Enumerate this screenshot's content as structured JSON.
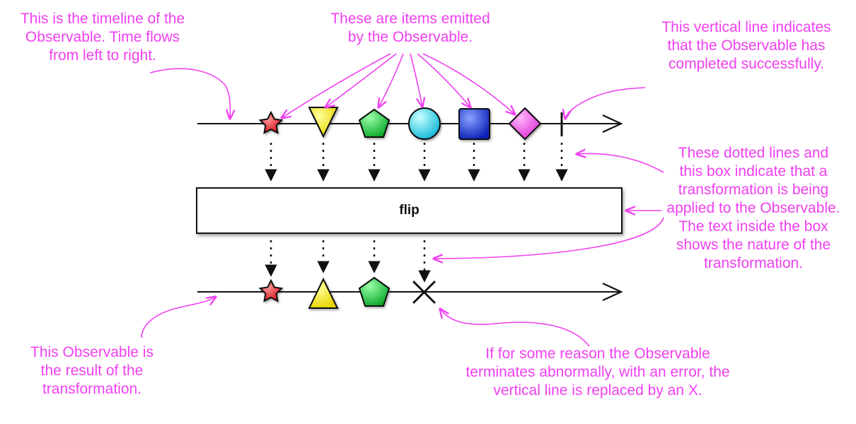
{
  "operator": {
    "label": "flip"
  },
  "annotations": {
    "timeline": [
      "This is the timeline of the",
      "Observable. Time flows",
      "from left to right."
    ],
    "items": [
      "These are items emitted",
      "by the Observable."
    ],
    "completed": [
      "This vertical line indicates",
      "that the Observable has",
      "completed successfully."
    ],
    "transformation": [
      "These dotted lines and",
      "this box indicate that a",
      "transformation is being",
      "applied to the Observable.",
      "The text inside the box",
      "shows the nature of the",
      "transformation."
    ],
    "result": [
      "This Observable is",
      "the result of the",
      "transformation."
    ],
    "error": [
      "If for some reason the Observable",
      "terminates abnormally, with an error, the",
      "vertical line is replaced by an X."
    ]
  },
  "source_items": [
    {
      "shape": "star",
      "color": "#e8262e"
    },
    {
      "shape": "triangle-down",
      "color": "#f2e600"
    },
    {
      "shape": "pentagon",
      "color": "#16c43a"
    },
    {
      "shape": "circle",
      "color": "#1fd3ea"
    },
    {
      "shape": "square",
      "color": "#1432d8"
    },
    {
      "shape": "diamond",
      "color": "#ee45e2"
    }
  ],
  "result_items": [
    {
      "shape": "star",
      "color": "#e8262e"
    },
    {
      "shape": "triangle-up",
      "color": "#f2e600"
    },
    {
      "shape": "pentagon",
      "color": "#16c43a"
    },
    {
      "shape": "error-x",
      "color": "#111111"
    }
  ],
  "colors": {
    "annotation": "#f040f0",
    "line": "#111111"
  }
}
